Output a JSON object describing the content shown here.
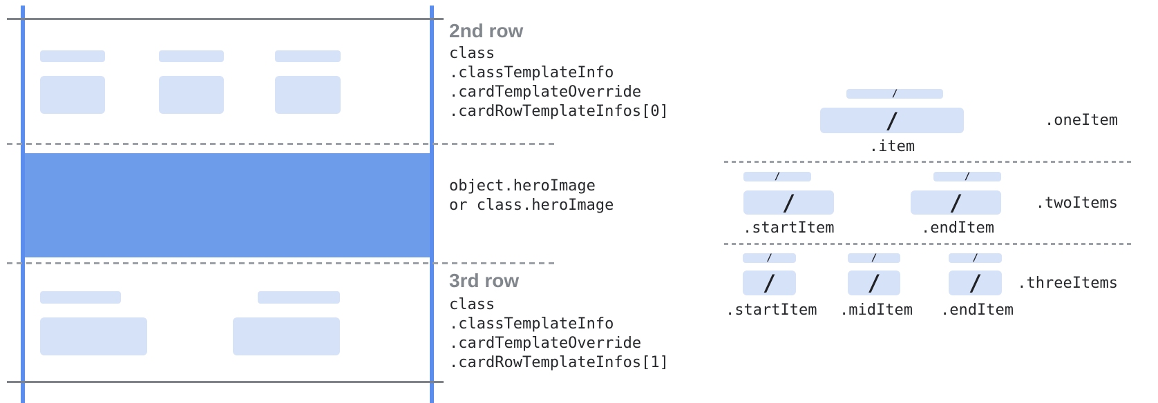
{
  "colors": {
    "chip_fill": "#d6e2f8",
    "hero_fill": "#6d9ceb",
    "guide_line": "#5b8def",
    "solid_line": "#7d8388",
    "dashed_line": "#9aa0a6",
    "heading_text": "#80868b",
    "code_text": "#26282b"
  },
  "card": {
    "second_row": {
      "heading": "2nd row",
      "code": [
        "class",
        ".classTemplateInfo",
        ".cardTemplateOverride",
        ".cardRowTemplateInfos[0]"
      ]
    },
    "hero": {
      "code": [
        "object.heroImage",
        "or class.heroImage"
      ]
    },
    "third_row": {
      "heading": "3rd row",
      "code": [
        "class",
        ".classTemplateInfo",
        ".cardTemplateOverride",
        ".cardRowTemplateInfos[1]"
      ]
    }
  },
  "items_panel": {
    "slash": "/",
    "one_item": {
      "row_label": ".oneItem",
      "item_caption": ".item"
    },
    "two_items": {
      "row_label": ".twoItems",
      "start_caption": ".startItem",
      "end_caption": ".endItem"
    },
    "three_items": {
      "row_label": ".threeItems",
      "start_caption": ".startItem",
      "mid_caption": ".midItem",
      "end_caption": ".endItem"
    }
  }
}
